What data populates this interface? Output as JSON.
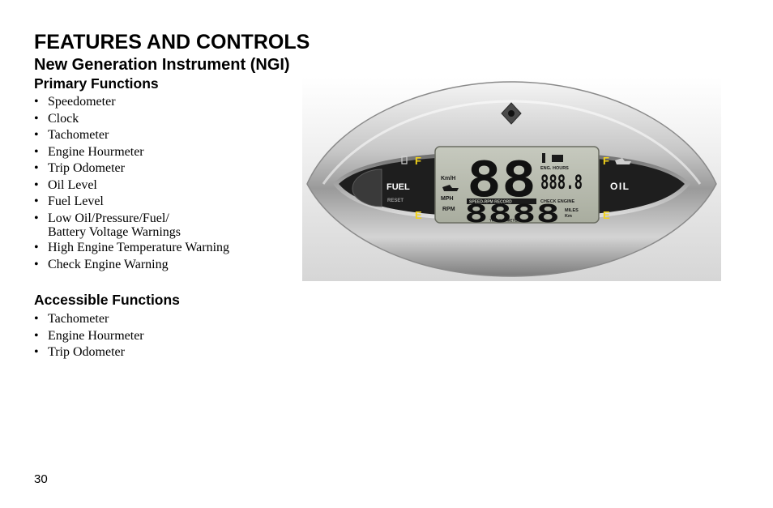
{
  "header": {
    "title": "FEATURES AND CONTROLS",
    "subtitle": "New Generation Instrument (NGI)"
  },
  "primary": {
    "heading": "Primary Functions",
    "items": [
      "Speedometer",
      "Clock",
      "Tachometer",
      "Engine Hourmeter",
      "Trip Odometer",
      "Oil Level",
      "Fuel Level",
      "Low Oil/Pressure/Fuel/",
      "High Engine Temperature Warning",
      "Check Engine Warning"
    ],
    "item7_continuation": "Battery Voltage Warnings"
  },
  "accessible": {
    "heading": "Accessible Functions",
    "items": [
      "Tachometer",
      "Engine Hourmeter",
      "Trip Odometer"
    ]
  },
  "bullet": "•",
  "gauge": {
    "f_left": "F",
    "e_left": "E",
    "f_right": "F",
    "e_right": "E",
    "fuel": "FUEL",
    "reset": "RESET",
    "oil": "OIL",
    "kmh": "Km/H",
    "mph": "MPH",
    "rpm": "RPM",
    "big_digits": "88",
    "small_digits": "888.8",
    "bottom_digits": "8888",
    "eng_hours": "ENG. HOURS",
    "speed_rpm_record": "SPEED-RPM RECORD",
    "check_engine": "CHECK ENGINE",
    "miles": "MILES",
    "km": "Km",
    "trip_odometer": "TRIP ODOMETER"
  },
  "colors": {
    "yellow": "#F2D21A",
    "lcd": "#B9BDB1",
    "bezel_dark": "#1E1E1E",
    "silver": "#C9C9C9"
  },
  "page_number": "30"
}
